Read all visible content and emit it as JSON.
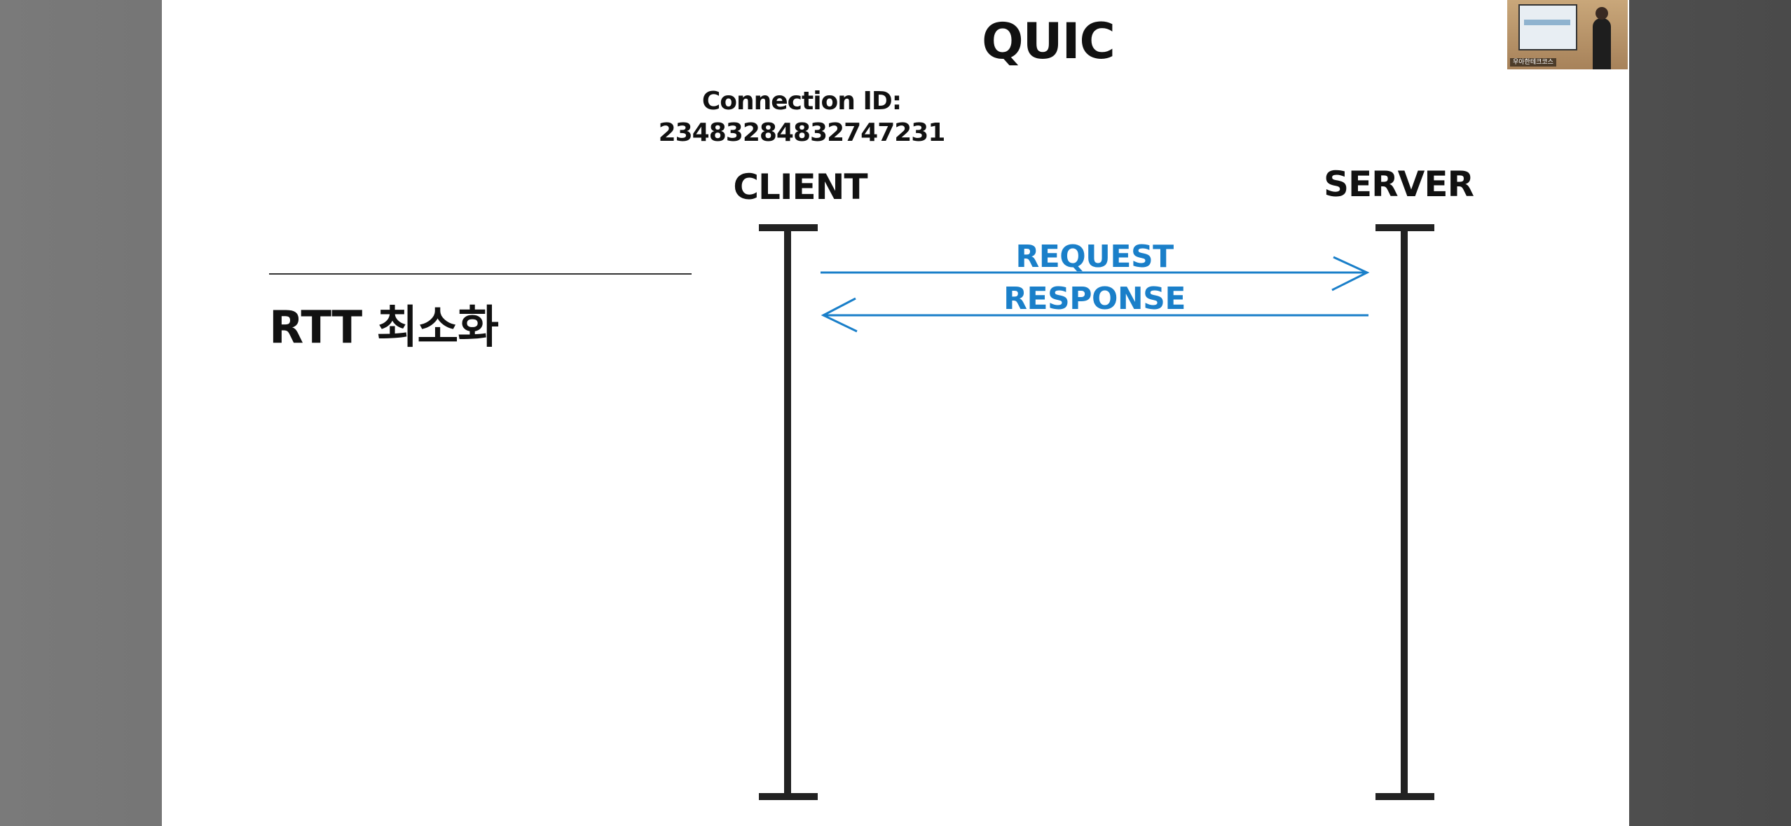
{
  "slide": {
    "title": "QUIC",
    "connection_id_label": "Connection ID:",
    "connection_id_value": "23483284832747231",
    "client_label": "CLIENT",
    "server_label": "SERVER",
    "side_heading": "RTT 최소화"
  },
  "messages": {
    "request": "REQUEST",
    "response": "RESPONSE"
  },
  "colors": {
    "message_blue": "#1a7fc9",
    "lifeline": "#222222"
  },
  "webcam": {
    "caption": "우아한테크코스"
  }
}
